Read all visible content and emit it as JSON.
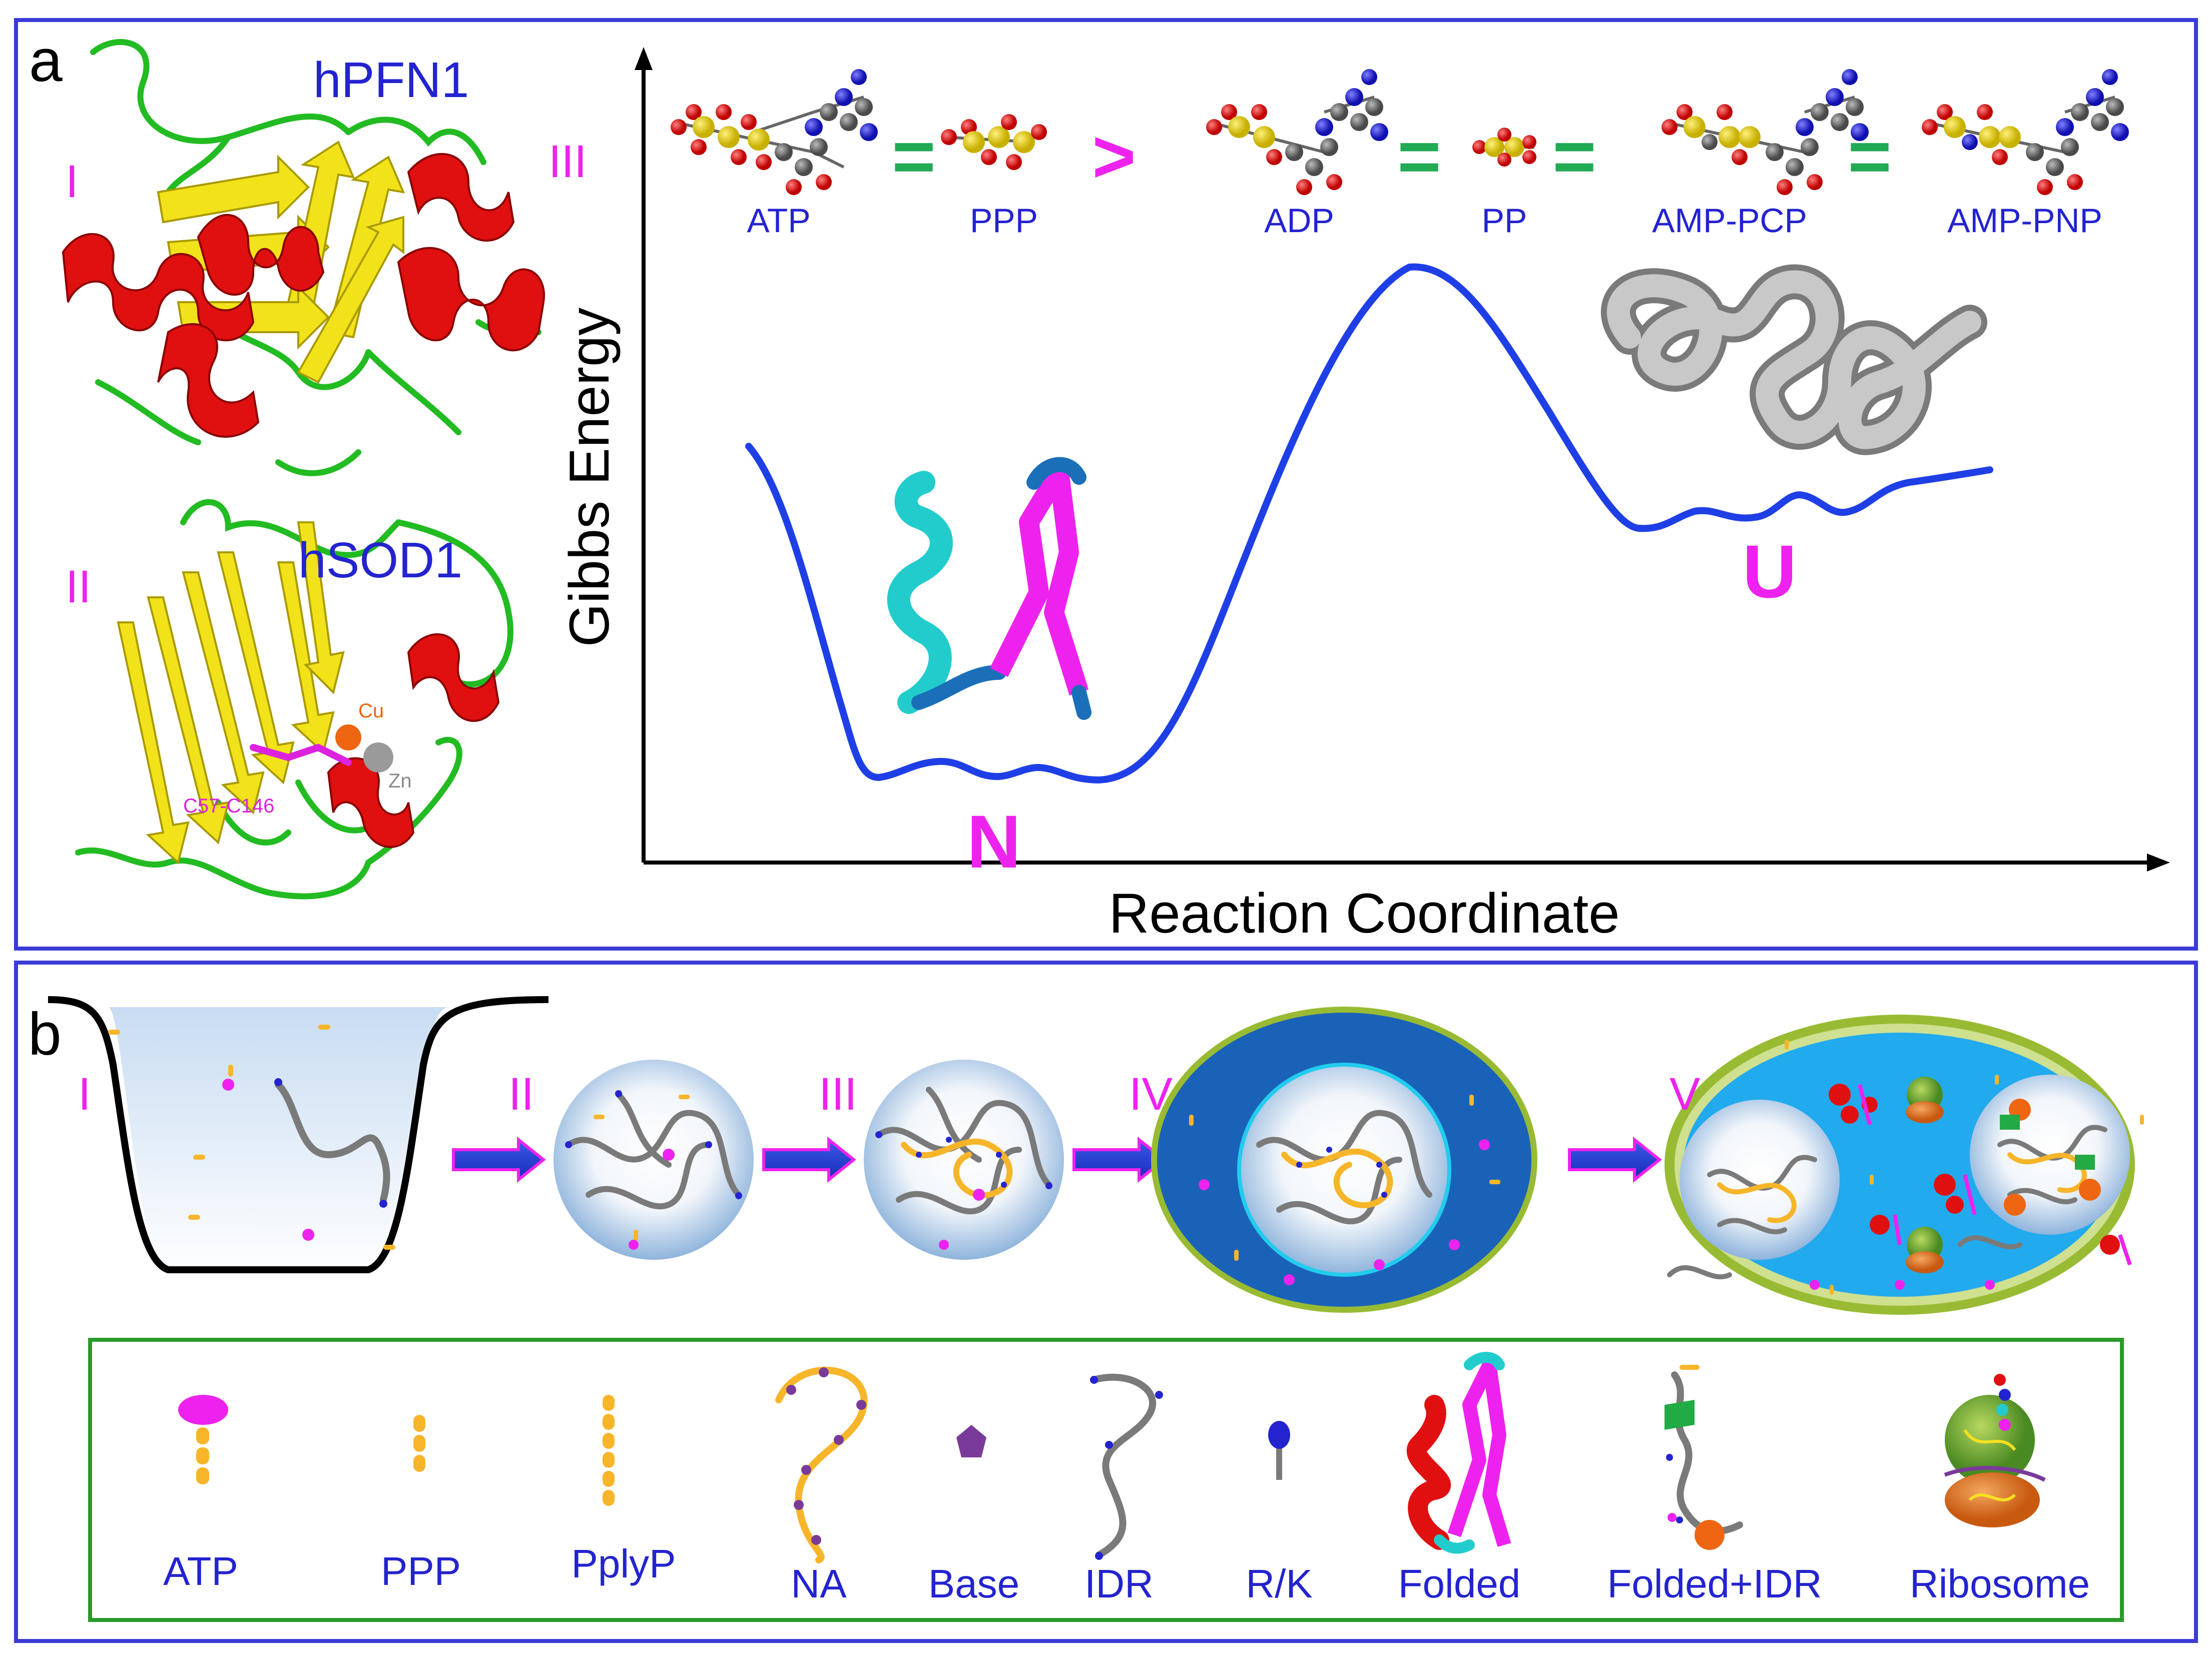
{
  "panel_a": {
    "letter": "a",
    "proteins": [
      {
        "roman": "I",
        "name": "hPFN1"
      },
      {
        "roman": "II",
        "name": "hSOD1",
        "labels": {
          "cu": "Cu",
          "zn": "Zn",
          "disulfide": "C57-C146"
        }
      }
    ],
    "energy_roman": "III",
    "molecules": [
      "ATP",
      "PPP",
      "ADP",
      "PP",
      "AMP-PCP",
      "AMP-PNP"
    ],
    "relations": [
      "=",
      ">",
      "=",
      "=",
      "="
    ],
    "ylabel": "Gibbs Energy",
    "xlabel": "Reaction Coordinate",
    "states": {
      "native": "N",
      "unfolded": "U"
    }
  },
  "panel_b": {
    "letter": "b",
    "stages": [
      "I",
      "II",
      "III",
      "IV",
      "V"
    ],
    "legend": [
      "ATP",
      "PPP",
      "PplyP",
      "NA",
      "Base",
      "IDR",
      "R/K",
      "Folded",
      "Folded+IDR",
      "Ribosome"
    ]
  },
  "colors": {
    "frame": "#3b3bd6",
    "label_blue": "#2323d0",
    "magenta": "#ee22ee",
    "green_eq": "#22aa55",
    "curve": "#1f3fe6",
    "helix_red": "#e01010",
    "sheet_yellow": "#f2e21a",
    "loop_green": "#22bb22",
    "cyan": "#22cccc",
    "atp_orange": "#f7b52a",
    "idr_grey": "#7a7a7a",
    "cell_blue": "#1a62b8",
    "cyto_blue": "#22aaee",
    "membrane_green": "#99bb33",
    "legend_border": "#2a9a2a"
  }
}
